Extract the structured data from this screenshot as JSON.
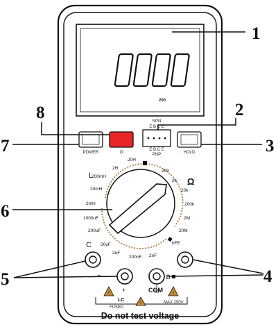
{
  "display": {
    "reading": "0000",
    "unit_hint": "200"
  },
  "callouts": [
    "1",
    "2",
    "3",
    "4",
    "5",
    "6",
    "7",
    "8"
  ],
  "buttons": {
    "power": "POWER",
    "hold": "HOLD",
    "transistor_top": "NPN",
    "transistor_bottom": "PNP",
    "transistor_pins_top": "E B C E",
    "transistor_pins_bottom": "E B C E",
    "red_button_caption": "O"
  },
  "dial": {
    "group_L": "L",
    "group_ohm": "Ω",
    "positions": [
      "20H",
      "2H",
      "200mH",
      "20mH",
      "2mH",
      "1000uF",
      "200uF",
      "20uF",
      "2uF",
      "200nF",
      "2nF",
      "hFE",
      "20M",
      "2M",
      "200k",
      "20k",
      "2k",
      "200"
    ]
  },
  "jacks": {
    "capacitor_label": "C",
    "lc_label": "LC",
    "fused_label": "FUSED",
    "com_label": "COM",
    "ohm_label": "Ω",
    "max_label": "MAX 250V",
    "plus": "+",
    "minus": "−"
  },
  "footer": {
    "warning": "Do not test voltage"
  },
  "colors": {
    "red_button": "#e8262a",
    "dial_arc": "#b8864b",
    "outline": "#111111"
  }
}
